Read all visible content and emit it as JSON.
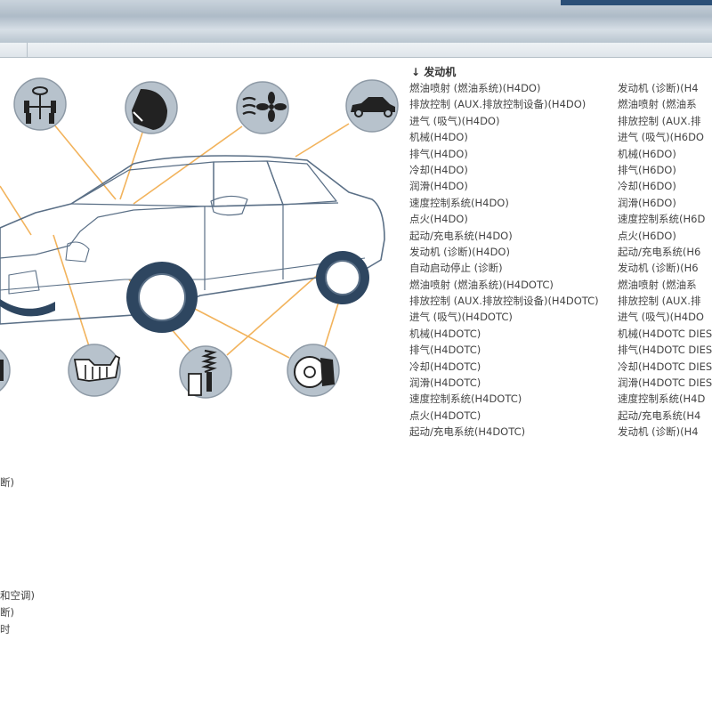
{
  "menu": {
    "section_title": "↓ 发动机",
    "left_column": [
      "燃油喷射 (燃油系统)(H4DO)",
      "排放控制 (AUX.排放控制设备)(H4DO)",
      "进气 (吸气)(H4DO)",
      "机械(H4DO)",
      "排气(H4DO)",
      "冷却(H4DO)",
      "润滑(H4DO)",
      "速度控制系统(H4DO)",
      "点火(H4DO)",
      "起动/充电系统(H4DO)",
      "发动机 (诊断)(H4DO)",
      "自动启动停止 (诊断)",
      "燃油喷射 (燃油系统)(H4DOTC)",
      "排放控制 (AUX.排放控制设备)(H4DOTC)",
      "进气 (吸气)(H4DOTC)",
      "机械(H4DOTC)",
      "排气(H4DOTC)",
      "冷却(H4DOTC)",
      "润滑(H4DOTC)",
      "速度控制系统(H4DOTC)",
      "点火(H4DOTC)",
      "起动/充电系统(H4DOTC)"
    ],
    "right_column": [
      "发动机 (诊断)(H4",
      "燃油喷射 (燃油系",
      "排放控制 (AUX.排",
      "进气 (吸气)(H6DO",
      "机械(H6DO)",
      "排气(H6DO)",
      "冷却(H6DO)",
      "润滑(H6DO)",
      "速度控制系统(H6D",
      "点火(H6DO)",
      "起动/充电系统(H6",
      "发动机 (诊断)(H6",
      "燃油喷射 (燃油系",
      "排放控制 (AUX.排",
      "进气 (吸气)(H4DO",
      "机械(H4DOTC DIES",
      "排气(H4DOTC DIES",
      "冷却(H4DOTC DIES",
      "润滑(H4DOTC DIES",
      "速度控制系统(H4D",
      "起动/充电系统(H4",
      "发动机 (诊断)(H4"
    ]
  },
  "left_fragments": [
    "断)",
    "和空调)",
    "断)",
    "时"
  ],
  "diagram_icons": {
    "steering": "steering-icon",
    "seat": "seat-icon",
    "hvac": "hvac-icon",
    "body": "car-body-icon",
    "transmission": "transmission-icon",
    "suspension": "suspension-icon",
    "brake": "brake-icon",
    "left_partial": "partial-icon"
  },
  "colors": {
    "leader_line": "#f2b35c",
    "car_outline": "#5a6f86",
    "icon_circle": "#b7c2cc",
    "tire": "#2e4660"
  }
}
